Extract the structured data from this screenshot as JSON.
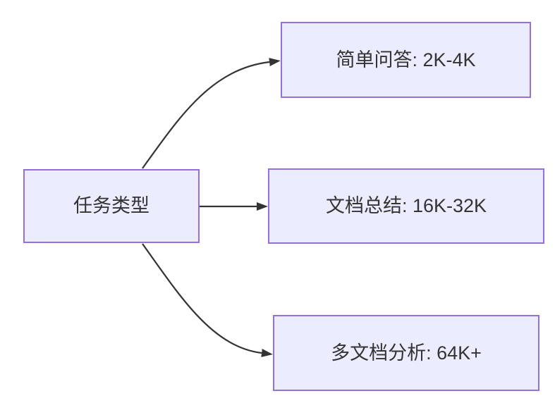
{
  "diagram": {
    "type": "flowchart-LR",
    "colors": {
      "node_fill": "#ECECFF",
      "node_border": "#9370DB",
      "edge_color": "#333333",
      "text_color": "#333333",
      "background": "#ffffff"
    },
    "nodes": [
      {
        "id": "task-type",
        "label": "任务类型"
      },
      {
        "id": "simple-qa",
        "label": "简单问答: 2K-4K"
      },
      {
        "id": "doc-summary",
        "label": "文档总结: 16K-32K"
      },
      {
        "id": "multi-doc",
        "label": "多文档分析: 64K+"
      }
    ],
    "edges": [
      {
        "from": "task-type",
        "to": "simple-qa"
      },
      {
        "from": "task-type",
        "to": "doc-summary"
      },
      {
        "from": "task-type",
        "to": "multi-doc"
      }
    ]
  }
}
